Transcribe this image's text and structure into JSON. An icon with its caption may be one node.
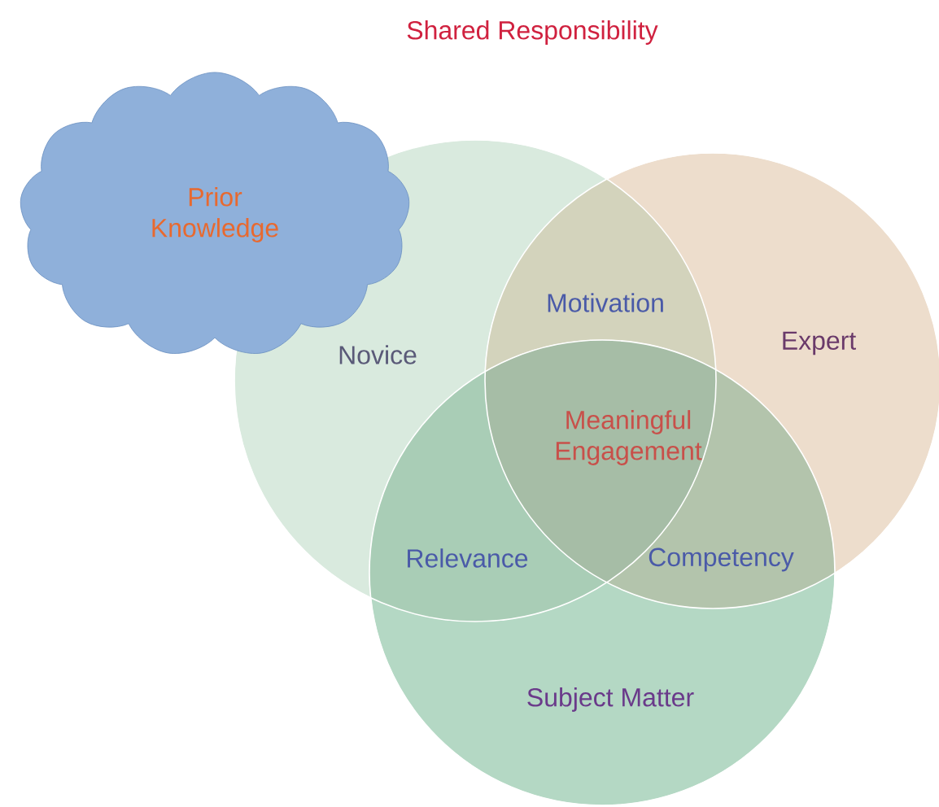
{
  "diagram": {
    "title": "Shared Responsibility",
    "nodes": [
      {
        "text": [
          "Prior Knowledge"
        ]
      },
      {
        "text": [
          "Novice"
        ]
      },
      {
        "text": [
          "Expert"
        ]
      },
      {
        "text": [
          "Subject Matter"
        ]
      }
    ],
    "labels": [
      "Motivation",
      "Meaningful Engagement",
      "Relevance",
      "Competency"
    ]
  }
}
